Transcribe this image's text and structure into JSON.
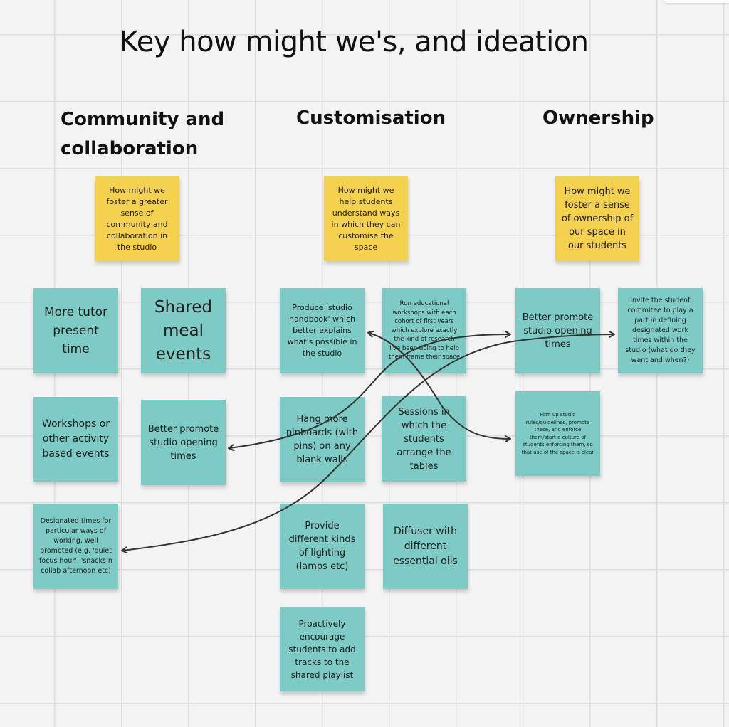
{
  "board": {
    "title": "Key how might we's, and ideation"
  },
  "columns": {
    "community": "Community and collaboration",
    "customisation": "Customisation",
    "ownership": "Ownership"
  },
  "notes": {
    "hmw_community": "How might we foster a greater sense of community and collaboration in the studio",
    "hmw_customisation": "How might we help students understand ways in which they can customise the space",
    "hmw_ownership": "How might we foster a sense of ownership of our space in our students",
    "more_tutor": "More tutor present time",
    "shared_meal": "Shared meal events",
    "workshops_activity": "Workshops or other activity based events",
    "better_promote_community": "Better promote studio opening times",
    "designated_times": "Designated times for particular ways of working, well promoted (e.g. 'quiet focus hour', 'snacks n collab afternoon etc)",
    "studio_handbook": "Produce 'studio handbook' which better explains what's possible in the studio",
    "educational_workshops": "Run educational workshops with each cohort of first years which explore exactly the kind of research I've been doing to help them frame their space",
    "pinboards": "Hang more pinboards (with pins) on any blank walls",
    "sessions_tables": "Sessions in which the students arrange the tables",
    "lighting": "Provide different kinds of lighting (lamps etc)",
    "diffuser": "Diffuser with different essential oils",
    "playlist": "Proactively encourage students to add tracks to the shared playlist",
    "better_promote_ownership": "Better promote studio opening times",
    "invite_committee": "Invite the student commitee to play a part in defining designated work times within the studio (what do they want and when?)",
    "firm_up_rules": "Firm up studio rules/guidelines, promote these, and enforce them/start a culture of students enforcing them, so that use of the space is clear"
  },
  "colors": {
    "yellow_note": "#f4d04f",
    "teal_note": "#7dcbc4",
    "connector": "#333333"
  }
}
